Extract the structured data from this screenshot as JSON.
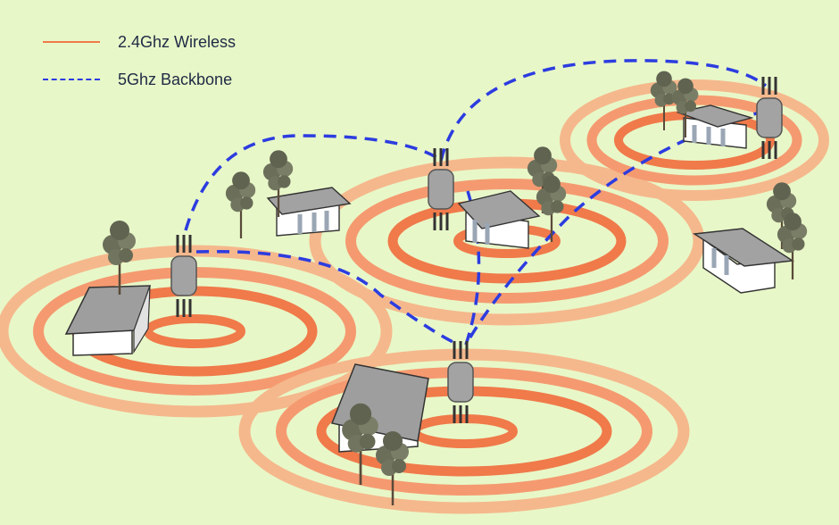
{
  "legend": {
    "items": [
      {
        "label": "2.4Ghz Wireless",
        "style": "solid",
        "color": "#f07a4a"
      },
      {
        "label": "5Ghz Backbone",
        "style": "dashed",
        "color": "#2c3ce0"
      }
    ]
  },
  "colors": {
    "background": "#e8f7c8",
    "ring_inner": "#f07a4a",
    "ring_mid": "#f59a70",
    "ring_outer": "#f5b88c",
    "backbone": "#2c3ce0",
    "access_point": "#a3a3a3",
    "roof": "#9e9e9e",
    "wall": "#ffffff",
    "tree": "#6b6f5a"
  },
  "nodes": [
    {
      "id": "ap-left",
      "icon": "access-point-icon"
    },
    {
      "id": "ap-center",
      "icon": "access-point-icon"
    },
    {
      "id": "ap-right",
      "icon": "access-point-icon"
    },
    {
      "id": "ap-bottom",
      "icon": "access-point-icon"
    }
  ],
  "backbone_links": [
    [
      "ap-left",
      "ap-center"
    ],
    [
      "ap-left",
      "ap-bottom"
    ],
    [
      "ap-center",
      "ap-right"
    ],
    [
      "ap-center",
      "ap-bottom"
    ],
    [
      "ap-right",
      "ap-bottom"
    ]
  ]
}
